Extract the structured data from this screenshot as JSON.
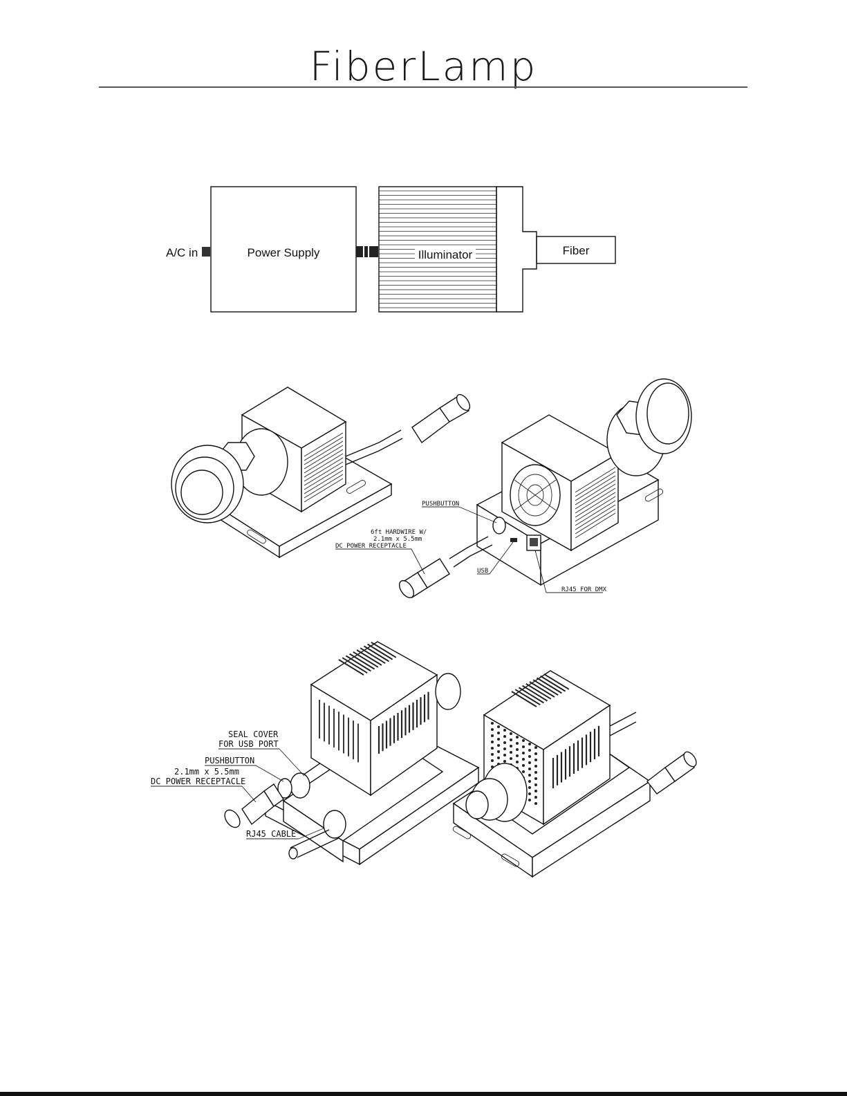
{
  "header": {
    "brand": "FiberLamp"
  },
  "block_diagram": {
    "ac_in": "A/C in",
    "power_supply": "Power Supply",
    "illuminator": "Illuminator",
    "fiber": "Fiber"
  },
  "drawing_1": {
    "pushbutton": "PUSHBUTTON",
    "hardwire_line1": "6ft HARDWIRE W/",
    "hardwire_line2": "2.1mm x 5.5mm",
    "hardwire_line3": "DC POWER RECEPTACLE",
    "usb": "USB",
    "rj45": "RJ45 FOR DMX"
  },
  "drawing_2": {
    "seal_line1": "SEAL COVER",
    "seal_line2": "FOR USB PORT",
    "pushbutton": "PUSHBUTTON",
    "receptacle_line1": "2.1mm x 5.5mm",
    "receptacle_line2": "DC POWER RECEPTACLE",
    "rj45_cable": "RJ45 CABLE"
  }
}
